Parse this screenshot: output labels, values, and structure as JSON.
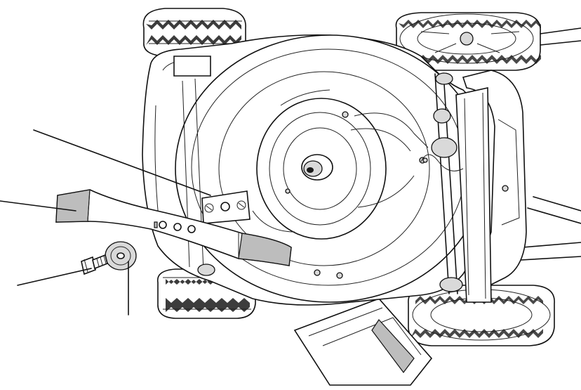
{
  "diagram": {
    "kind": "technical-illustration",
    "subject": "",
    "callouts": [
      {
        "id": "callout-1",
        "label": ""
      },
      {
        "id": "callout-2",
        "label": ""
      },
      {
        "id": "callout-3",
        "label": ""
      },
      {
        "id": "callout-4",
        "label": ""
      }
    ],
    "colors": {
      "line": "#111111",
      "background": "#ffffff",
      "shade": "#d9d9d9"
    }
  }
}
